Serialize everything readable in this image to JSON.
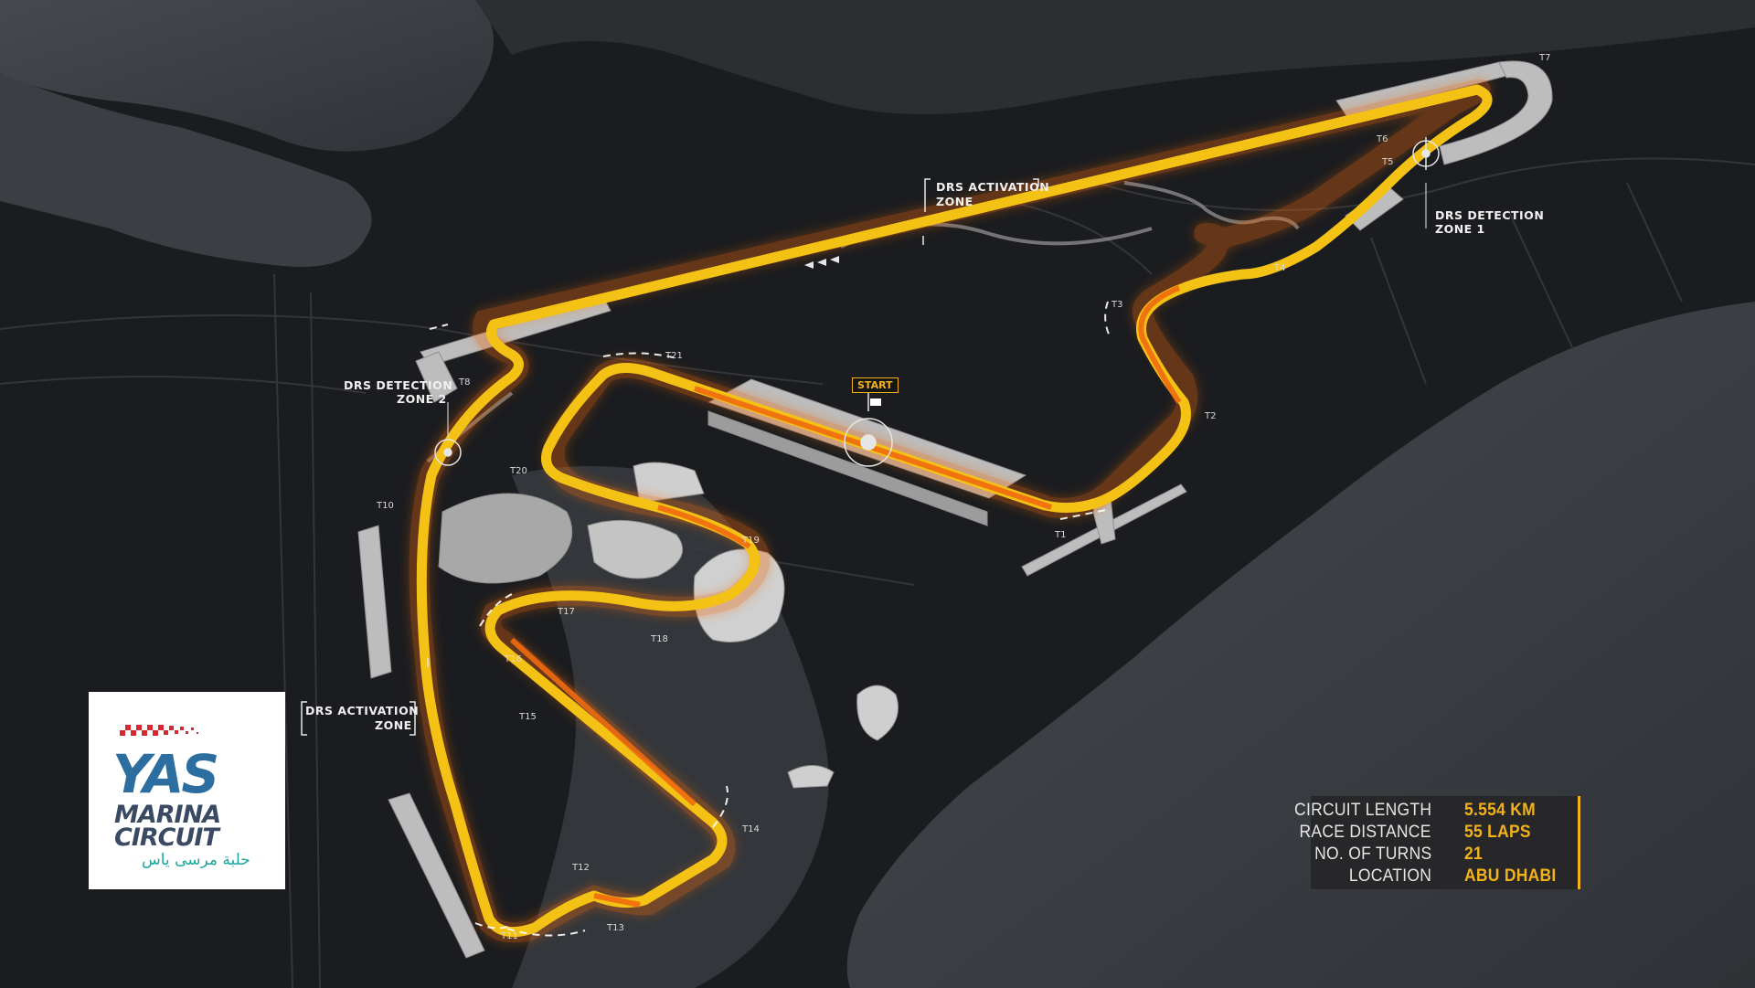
{
  "labels": {
    "start": "START",
    "drs_activation_zone_top": [
      "DRS ACTIVATION",
      "ZONE"
    ],
    "drs_detection_zone_1": [
      "DRS DETECTION",
      "ZONE 1"
    ],
    "drs_detection_zone_2": [
      "DRS DETECTION",
      "ZONE 2"
    ],
    "drs_activation_zone_left": [
      "DRS ACTIVATION",
      "ZONE"
    ]
  },
  "turns": [
    "T1",
    "T2",
    "T3",
    "T4",
    "T5",
    "T6",
    "T7",
    "T8",
    "T10",
    "T11",
    "T12",
    "T13",
    "T14",
    "T15",
    "T16",
    "T17",
    "T18",
    "T19",
    "T20",
    "T21"
  ],
  "logo": {
    "line1": "YAS",
    "line2": "MARINA",
    "line3": "CIRCUIT",
    "arabic": "حلبة مرسى ياس"
  },
  "info": [
    {
      "label": "CIRCUIT LENGTH",
      "value": "5.554 KM"
    },
    {
      "label": "RACE DISTANCE",
      "value": "55 LAPS"
    },
    {
      "label": "NO. OF TURNS",
      "value": "21"
    },
    {
      "label": "LOCATION",
      "value": "ABU DHABI"
    }
  ],
  "colors": {
    "track": "#f3c215",
    "track_hot": "#f06a10",
    "accent": "#f3b21a",
    "water": "#3a3d42",
    "land": "#1b1c1f"
  }
}
